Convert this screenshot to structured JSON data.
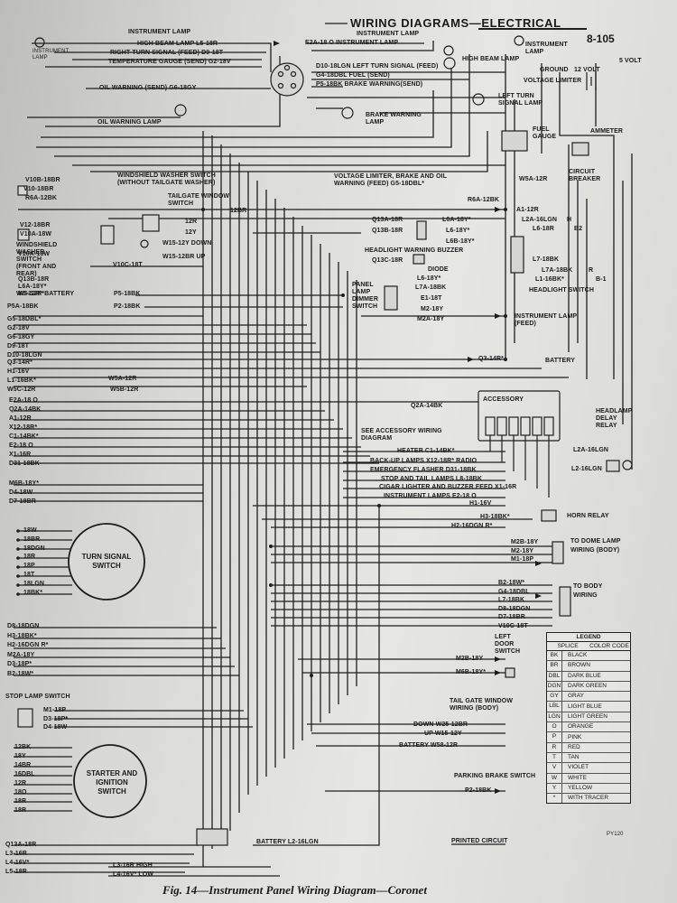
{
  "header": {
    "title": "WIRING DIAGRAMS—ELECTRICAL",
    "page_number": "8-105"
  },
  "caption": "Fig. 14—Instrument Panel Wiring Diagram—Coronet",
  "figure_code": "PY120",
  "top_labels": {
    "instrument_lamp_left": "INSTRUMENT LAMP",
    "instrument_lamp_small": "INSTRUMENT LAMP",
    "high_beam": "HIGH BEAM LAMP L5-18R",
    "right_turn": "RIGHT TURN SIGNAL (FEED) D9-18T",
    "temp_gauge": "TEMPERATURE GAUGE (SEND) G2-18V",
    "oil_warning": "OIL WARNING (SEND) G6-18GY",
    "oil_warning_lamp": "OIL WARNING LAMP",
    "e2a": "E2A-18 O INSTRUMENT LAMP",
    "instrument_lamp_top": "INSTRUMENT LAMP",
    "instrument_lamp_right": "INSTRUMENT LAMP",
    "high_beam_lamp": "HIGH BEAM LAMP",
    "d10": "D10-18LGN LEFT TURN SIGNAL (FEED)",
    "g4": "G4-18DBL FUEL (SEND)",
    "p5": "P5-18BK BRAKE WARNING(SEND)",
    "brake_warning_lamp": "BRAKE WARNING LAMP",
    "left_turn_lamp": "LEFT TURN SIGNAL LAMP",
    "fuel_gauge": "FUEL GAUGE",
    "ground": "GROUND",
    "twelve_volt": "12 VOLT",
    "five_volt": "5 VOLT",
    "voltage_limiter": "VOLTAGE LIMITER",
    "ammeter": "AMMETER",
    "circuit_breaker": "CIRCUIT BREAKER",
    "w5a_12r_top": "W5A-12R"
  },
  "middle_labels": {
    "voltage_limiter_note": "VOLTAGE LIMITER, BRAKE AND OIL WARNING (FEED) G5-18DBL*",
    "windshield_washer": "WINDSHIELD WASHER SWITCH (WITHOUT TAILGATE WASHER)",
    "tailgate_window_switch": "TAILGATE WINDOW SWITCH",
    "ws_12br": "12BR",
    "ws_12r": "12R",
    "ws_12y": "12Y",
    "w15_down": "W15-12Y DOWN",
    "w15_up": "W15-12BR UP",
    "v10c": "V10C-18T",
    "windshield_front_rear": "WINDSHIELD WASHER SWITCH (FRONT AND REAR)",
    "battery_w5_12r": "W5-12R* BATTERY",
    "p5_18bk": "P5-18BK",
    "p2_18bk": "P2-18BK",
    "r6a": "R6A-12BK",
    "a1_12r": "A1-12R",
    "l2a": "L2A-16LGN",
    "l6_18r": "L6-18R",
    "h": "H",
    "b2": "B2",
    "q13a": "Q13A-18R",
    "q13b": "Q13B-18R",
    "l6a": "L6A-18Y*",
    "l6_18y": "L6-18Y*",
    "l6b": "L6B-18Y*",
    "headlight_buzzer": "HEADLIGHT WARNING BUZZER",
    "q13c": "Q13C-18R",
    "diode": "DIODE",
    "l7_18bk": "L7-18BK",
    "l7a": "L7A-18BK",
    "l1": "L1-16BK*",
    "r_tag": "R",
    "b1": "B-1",
    "headlamp_switch": "HEADLIGHT SWITCH",
    "panel_dimmer": "PANEL LAMP DIMMER SWITCH",
    "l6_18y_b": "L6-18Y*",
    "l7a_18bk": "L7A-18BK",
    "e1_18t": "E1-18T",
    "m2_18y": "M2-18Y",
    "m2a": "M2A-18Y",
    "instrument_lamp_feed": "INSTRUMENT LAMP (FEED)",
    "q3_14r": "Q3-14R*",
    "battery": "BATTERY",
    "accessory": "ACCESSORY",
    "q2a": "Q2A-14BK",
    "see_accessory": "SEE ACCESSORY WIRING DIAGRAM",
    "headlamp_delay": "HEADLAMP DELAY RELAY",
    "l2a_16lgn": "L2A-16LGN",
    "l2_16lgn": "L2-16LGN",
    "w5a": "W5A-12R",
    "w5b": "W5B-12R"
  },
  "fuse_rows": {
    "heater": "HEATER C1-14BK*",
    "backup": "BACK-UP LAMPS X12-18R* RADIO",
    "flasher": "EMERGENCY FLASHER D31-18BK",
    "stop": "STOP AND TAIL LAMPS L8-18BK",
    "cigar": "CIGAR LIGHTER AND BUZZER FEED X1-16R",
    "instrument": "INSTRUMENT LAMPS E2-18 O",
    "h1": "H1-16V",
    "h3": "H3-18BK*",
    "h2": "H2-16DGN R*",
    "horn_relay": "HORN RELAY"
  },
  "left_edge_wires": [
    "V10B-18BR",
    "V10-18BR",
    "R6A-12BK",
    "V12-18BR",
    "V10A-18W",
    "V10A-18W",
    "Q13B-18R",
    "L6A-18Y*",
    "W5-12R*",
    "P5A-18BK",
    "G5-18DBL*",
    "G2-18V",
    "G6-18GY",
    "D9-18T",
    "D10-18LGN",
    "Q3-14R*",
    "H1-16V",
    "L1-16BK*",
    "W5C-12R",
    "E2A-18 O",
    "Q2A-14BK",
    "A1-12R",
    "X12-18R*",
    "C1-14BK*",
    "E2-18 O",
    "X1-16R",
    "D31-18BK",
    "M6B-18Y*",
    "D4-18W",
    "D7-18BR"
  ],
  "turn_signal": {
    "label": "TURN SIGNAL SWITCH",
    "wires": [
      "18W",
      "18BR",
      "18DGN",
      "18R",
      "18P",
      "18T",
      "18LGN",
      "18BK*"
    ]
  },
  "lower_left_wires": [
    "D8-18DGN",
    "H3-18BK*",
    "H2-16DGN R*",
    "M2A-18Y",
    "D3-18P*",
    "B2-18W*"
  ],
  "stop_lamp": {
    "label": "STOP LAMP SWITCH",
    "wires": [
      "M1-18P",
      "D3-18P*",
      "D4-18W"
    ]
  },
  "starter_switch": {
    "label": "STARTER AND IGNITION SWITCH",
    "wires": [
      "12BK",
      "18Y",
      "14BR",
      "16DBL",
      "12R",
      "18O",
      "18R",
      "18R"
    ]
  },
  "bottom_left_wires": [
    "Q13A-18R",
    "L3-16R",
    "L4-16V*",
    "L5-18R"
  ],
  "dome_lamp": {
    "label": "TO DOME LAMP WIRING (BODY)",
    "wires": [
      "M2B-18Y",
      "M2-18Y",
      "M1-18P"
    ]
  },
  "body_wiring": {
    "label": "TO BODY WIRING",
    "wires": [
      "B2-18W*",
      "G4-18DBL",
      "L7-18BK",
      "D8-18DGN",
      "D7-18BR",
      "V10C-18T"
    ]
  },
  "left_door": {
    "label": "LEFT DOOR SWITCH",
    "wires": [
      "M2B-18Y",
      "M6B-18Y*"
    ]
  },
  "tailgate_motor": {
    "label": "TAIL GATE WINDOW WIRING (BODY)",
    "down": "DOWN W25-12BR",
    "up": "UP W15-12Y",
    "battery": "BATTERY W58-12R"
  },
  "parking_brake": {
    "label": "PARKING BRAKE SWITCH",
    "wire": "P2-18BK"
  },
  "bottom": {
    "battery_l2": "BATTERY L2-16LGN",
    "printed_circuit": "PRINTED CIRCUIT",
    "l3_high": "L3-16R HIGH",
    "l4_low": "L4-16V* LOW"
  },
  "legend": {
    "title": "LEGEND",
    "splice": "SPLICE",
    "color_code": "COLOR CODE",
    "entries": [
      {
        "code": "BK",
        "name": "BLACK"
      },
      {
        "code": "BR",
        "name": "BROWN"
      },
      {
        "code": "DBL",
        "name": "DARK BLUE"
      },
      {
        "code": "DGN",
        "name": "DARK GREEN"
      },
      {
        "code": "GY",
        "name": "GRAY"
      },
      {
        "code": "LBL",
        "name": "LIGHT BLUE"
      },
      {
        "code": "LGN",
        "name": "LIGHT GREEN"
      },
      {
        "code": "O",
        "name": "ORANGE"
      },
      {
        "code": "P",
        "name": "PINK"
      },
      {
        "code": "R",
        "name": "RED"
      },
      {
        "code": "T",
        "name": "TAN"
      },
      {
        "code": "V",
        "name": "VIOLET"
      },
      {
        "code": "W",
        "name": "WHITE"
      },
      {
        "code": "Y",
        "name": "YELLOW"
      },
      {
        "code": "*",
        "name": "WITH TRACER"
      }
    ]
  }
}
